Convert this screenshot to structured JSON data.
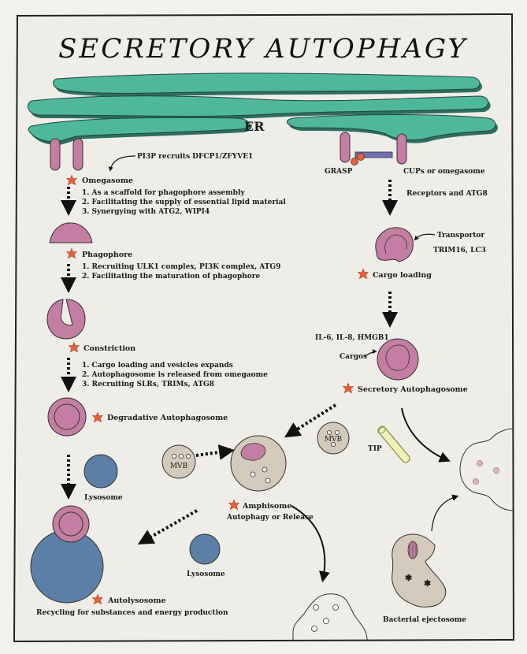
{
  "title": "SECRETORY AUTOPHAGY",
  "er_label": "ER",
  "left_pathway": {
    "pi3p_note": "PI3P recruits DFCP1/ZFYVE1",
    "omegasome": {
      "label": "Omegasome",
      "points": [
        "1. As a scaffold for phagophore assembly",
        "2. Facilitating the supply of essential lipid material",
        "3. Synergying with ATG2, WIPI4"
      ]
    },
    "phagophore": {
      "label": "Phagophore",
      "points": [
        "1. Recruiting ULK1 complex, PI3K complex, ATG9",
        "2. Facilitating the maturation of phagophore"
      ]
    },
    "constriction": {
      "label": "Constriction",
      "points": [
        "1. Cargo loading and vesicles expands",
        "2. Autophagosome is released from omegaome",
        "3. Recruiting SLRs, TRIMs, ATG8"
      ]
    },
    "degradative": "Degradative Autophagosome",
    "lysosome_1": "Lysosome",
    "lysosome_2": "Lysosome",
    "autolysosome": "Autolysosome",
    "recycling": "Recycling for substances and energy production"
  },
  "right_pathway": {
    "grasp": "GRASP",
    "cups": "CUPs or omegasome",
    "receptors": "Receptors and ATG8",
    "transportor": "Transportor",
    "trim16": "TRIM16, LC3",
    "cargo_loading": "Cargo loading",
    "il6": "IL-6, IL-8, HMGB1",
    "cargos": "Cargos",
    "secretory": "Secretory Autophagosome",
    "tip": "TIP",
    "bacterial": "Bacterial ejectosome"
  },
  "center": {
    "mvb_1": "MVB",
    "mvb_2": "MVB",
    "amphisome": "Amphisome",
    "autophagy_or_release": "Autophagy or Release"
  },
  "colors": {
    "er": "#4fb89b",
    "pink": "#c47ea3",
    "lysosome": "#5b7fa6",
    "amphisome": "#d3cabc",
    "star": "#e9603a",
    "background": "#f3f1ec"
  }
}
